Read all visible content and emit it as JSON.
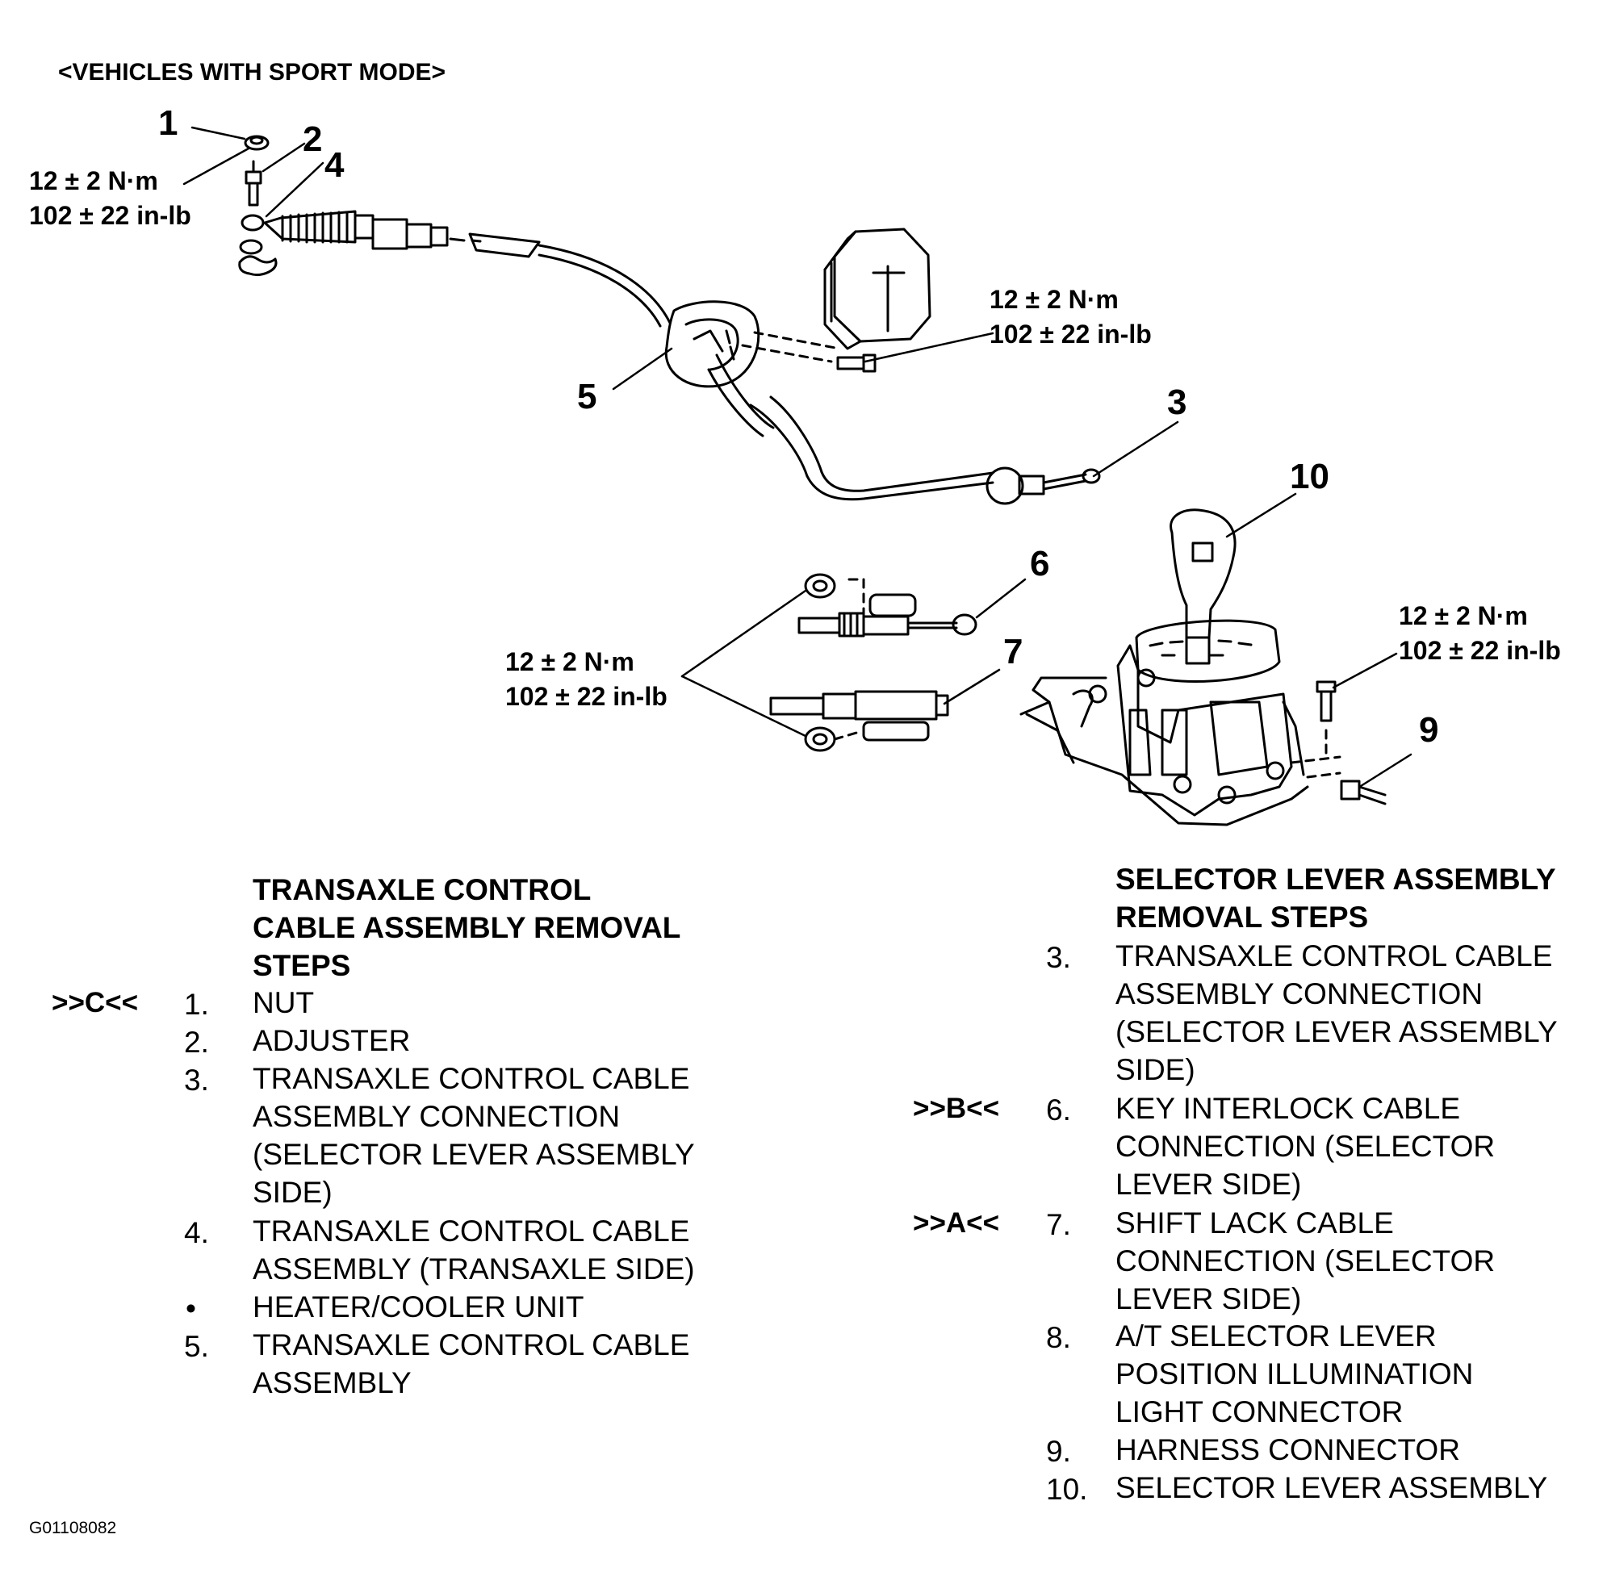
{
  "header": "<VEHICLES WITH SPORT MODE>",
  "callouts": [
    "1",
    "2",
    "3",
    "4",
    "5",
    "6",
    "7",
    "9",
    "10"
  ],
  "torque": {
    "top_left": [
      "12 ± 2 N·m",
      "102 ± 22 in-lb"
    ],
    "mid": [
      "12 ± 2 N·m",
      "102 ± 22 in-lb"
    ],
    "lower_mid": [
      "12 ± 2 N·m",
      "102 ± 22 in-lb"
    ],
    "right": [
      "12 ±  2 N·m",
      "102 ± 22 in-lb"
    ]
  },
  "left_section": {
    "title": [
      "TRANSAXLE CONTROL",
      "CABLE ASSEMBLY REMOVAL",
      "STEPS"
    ],
    "steps": [
      {
        "marker": ">>C<<",
        "num": "1.",
        "lines": [
          "NUT"
        ]
      },
      {
        "marker": "",
        "num": "2.",
        "lines": [
          "ADJUSTER"
        ]
      },
      {
        "marker": "",
        "num": "3.",
        "lines": [
          "TRANSAXLE CONTROL CABLE",
          "ASSEMBLY CONNECTION",
          "(SELECTOR LEVER ASSEMBLY",
          "SIDE)"
        ]
      },
      {
        "marker": "",
        "num": "4.",
        "lines": [
          "TRANSAXLE CONTROL CABLE",
          "ASSEMBLY (TRANSAXLE SIDE)"
        ]
      },
      {
        "marker": "",
        "num": "•",
        "lines": [
          "HEATER/COOLER UNIT"
        ]
      },
      {
        "marker": "",
        "num": "5.",
        "lines": [
          "TRANSAXLE CONTROL CABLE",
          "ASSEMBLY"
        ]
      }
    ]
  },
  "right_section": {
    "title": [
      "SELECTOR LEVER ASSEMBLY",
      "REMOVAL STEPS"
    ],
    "steps": [
      {
        "marker": "",
        "num": "3.",
        "lines": [
          "TRANSAXLE CONTROL CABLE",
          "ASSEMBLY CONNECTION",
          "(SELECTOR LEVER ASSEMBLY",
          "SIDE)"
        ]
      },
      {
        "marker": ">>B<<",
        "num": "6.",
        "lines": [
          "KEY INTERLOCK CABLE",
          "CONNECTION (SELECTOR",
          "LEVER SIDE)"
        ]
      },
      {
        "marker": ">>A<<",
        "num": "7.",
        "lines": [
          "SHIFT LACK CABLE",
          "CONNECTION (SELECTOR",
          "LEVER SIDE)"
        ]
      },
      {
        "marker": "",
        "num": "8.",
        "lines": [
          "A/T SELECTOR LEVER",
          "POSITION ILLUMINATION",
          "LIGHT CONNECTOR"
        ]
      },
      {
        "marker": "",
        "num": "9.",
        "lines": [
          "HARNESS CONNECTOR"
        ]
      },
      {
        "marker": "",
        "num": "10.",
        "lines": [
          "SELECTOR LEVER ASSEMBLY"
        ]
      }
    ]
  },
  "figure_code": "G01108082"
}
